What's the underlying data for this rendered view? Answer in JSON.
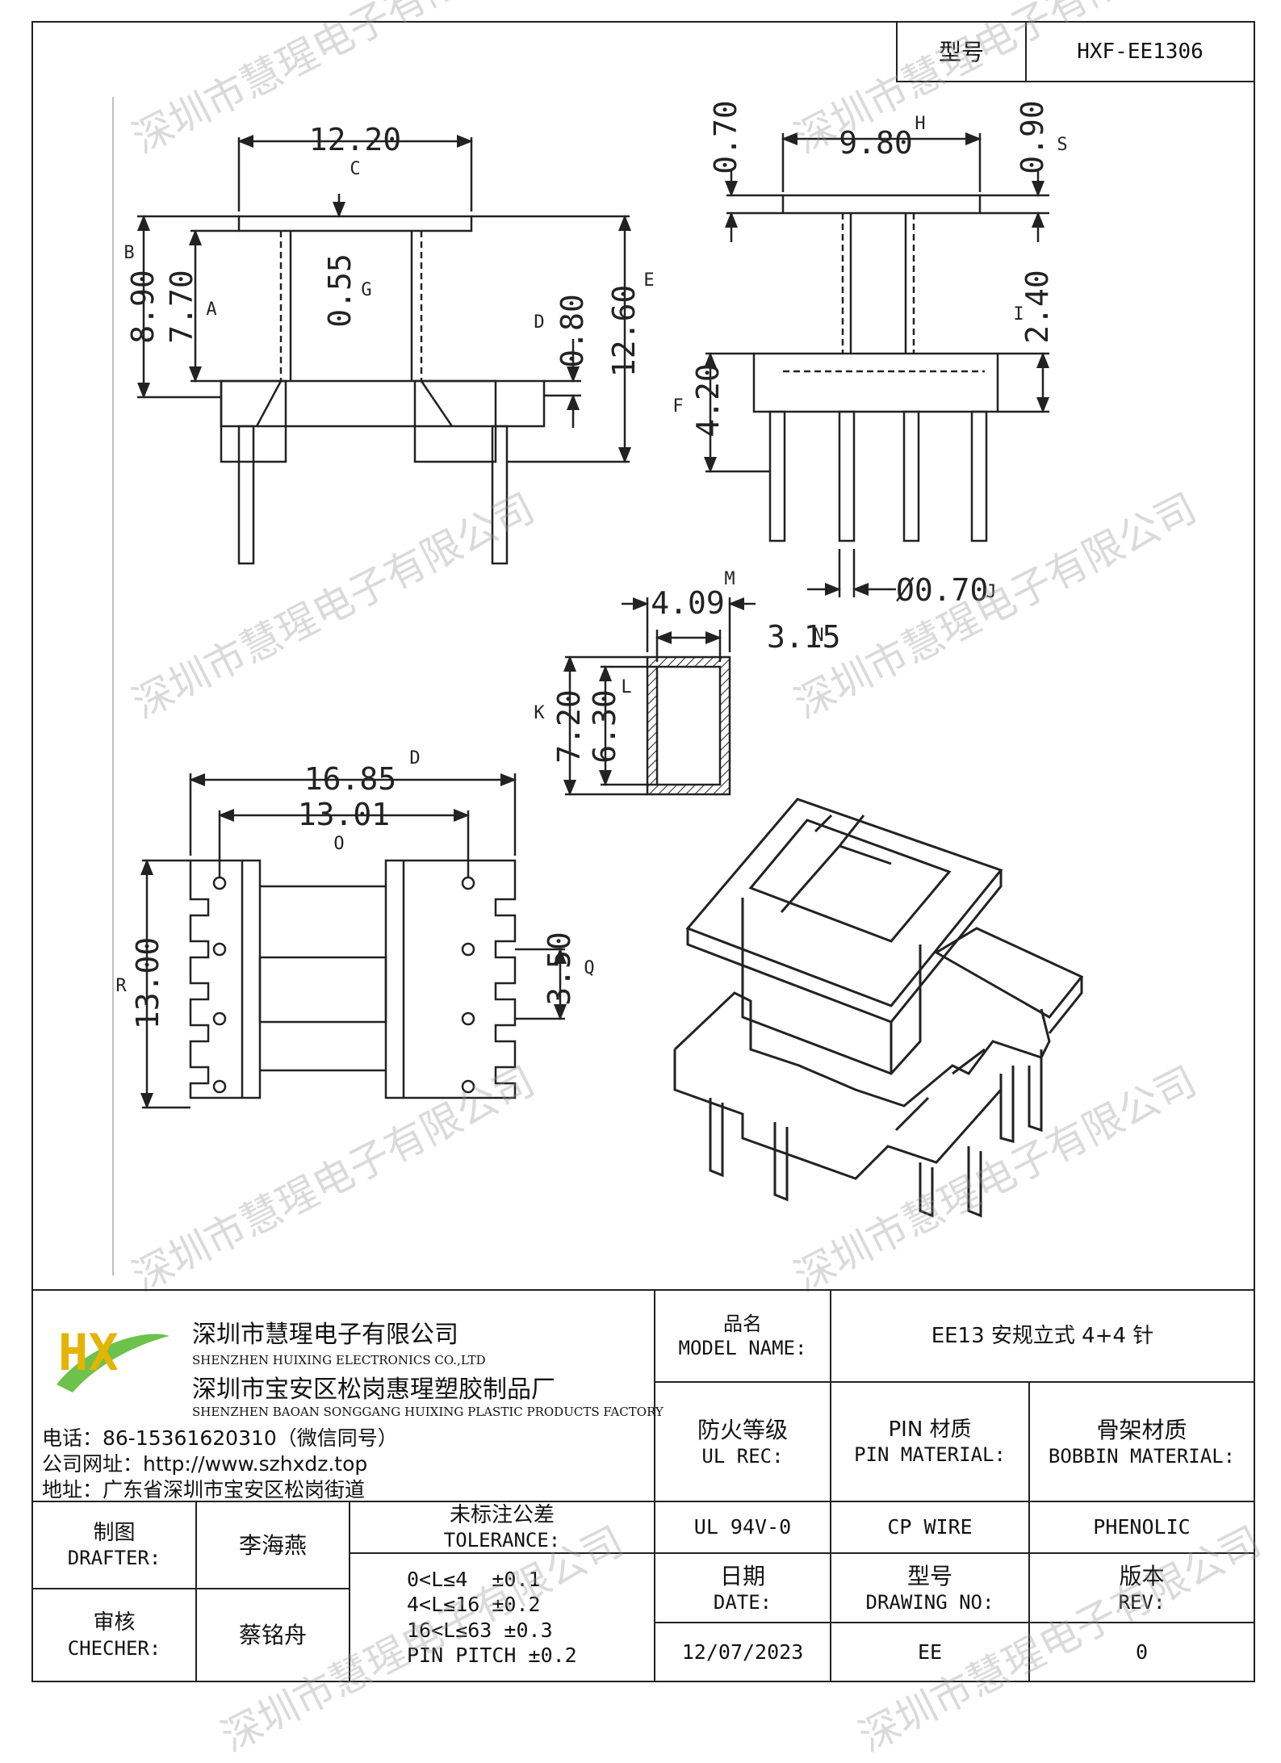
{
  "header": {
    "model_label": "型号",
    "model_value": "HXF-EE1306"
  },
  "watermark": "深圳市慧瑆电子有限公司",
  "dims_top_left": {
    "width": "12.20",
    "width_id": "C",
    "b": "8.90",
    "b_id": "B",
    "a": "7.70",
    "a_id": "A",
    "g": "0.55",
    "g_id": "G",
    "d": "0.80",
    "d_id": "D",
    "e": "12.60",
    "e_id": "E"
  },
  "dims_top_right": {
    "h": "9.80",
    "h_id": "H",
    "top_left": "0.70",
    "top_right": "0.90",
    "top_right_id": "S",
    "i": "2.40",
    "i_id": "I",
    "f": "4.20",
    "f_id": "F",
    "pin": "Ø0.70",
    "pin_id": "J"
  },
  "dims_section": {
    "m": "4.09",
    "m_id": "M",
    "n": "3.15",
    "n_id": "N",
    "k": "7.20",
    "k_id": "K",
    "l": "6.30",
    "l_id": "L"
  },
  "dims_bottom": {
    "d2": "16.85",
    "d2_id": "D",
    "o": "13.01",
    "o_id": "O",
    "r": "13.00",
    "r_id": "R",
    "q": "3.50",
    "q_id": "Q"
  },
  "company": {
    "logo_text": "HX",
    "name_cn": "深圳市慧瑆电子有限公司",
    "name_en": "SHENZHEN HUIXING ELECTRONICS CO.,LTD",
    "factory_cn": "深圳市宝安区松岗惠瑆塑胶制品厂",
    "factory_en": "SHENZHEN BAOAN SONGGANG HUIXING PLASTIC PRODUCTS FACTORY",
    "phone": "电话：86-15361620310（微信同号）",
    "website": "公司网址：http://www.szhxdz.top",
    "address": "地址：广东省深圳市宝安区松岗街道"
  },
  "table": {
    "model_name_cn": "品名",
    "model_name_en": "MODEL NAME:",
    "model_name_value": "EE13 安规立式 4+4 针",
    "ul_cn": "防火等级",
    "ul_en": "UL REC:",
    "pin_mat_cn": "PIN 材质",
    "pin_mat_en": "PIN MATERIAL:",
    "bobbin_cn": "骨架材质",
    "bobbin_en": "BOBBIN MATERIAL:",
    "ul_value": "UL 94V-0",
    "pin_value": "CP WIRE",
    "bobbin_value": "PHENOLIC",
    "drafter_cn": "制图",
    "drafter_en": "DRAFTER:",
    "drafter_name": "李海燕",
    "checker_cn": "审核",
    "checker_en": "CHECHER:",
    "checker_name": "蔡铭舟",
    "tol_cn": "未标注公差",
    "tol_en": "TOLERANCE:",
    "tol_lines": [
      "0<L≤4  ±0.1",
      "4<L≤16 ±0.2",
      "16<L≤63 ±0.3",
      "PIN PITCH ±0.2"
    ],
    "date_cn": "日期",
    "date_en": "DATE:",
    "drawing_cn": "型号",
    "drawing_en": "DRAWING NO:",
    "rev_cn": "版本",
    "rev_en": "REV:",
    "date_value": "12/07/2023",
    "drawing_value": "EE",
    "rev_value": "0"
  }
}
